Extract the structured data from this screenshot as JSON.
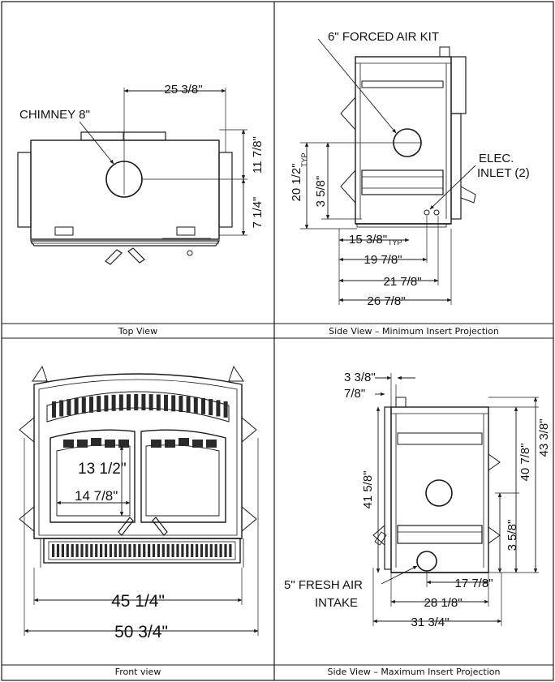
{
  "panels": {
    "top": {
      "caption": "Top View",
      "chimney_label": "CHIMNEY 8''",
      "dim_width": "25 3/8\"",
      "dim_depth_a": "11 7/8\"",
      "dim_depth_b": "7 1/4\""
    },
    "side_min": {
      "caption": "Side View – Minimum Insert Projection",
      "forced_air_label": "6\" FORCED AIR KIT",
      "elec_label_1": "ELEC.",
      "elec_label_2": "INLET (2)",
      "dim_height": "20 1/2\"",
      "dim_height_sub": "TYP",
      "dim_small": "3 5/8\"",
      "dim_a": "15 3/8\"",
      "dim_a_sub": "TYP",
      "dim_b": "19 7/8\"",
      "dim_c": "21 7/8\"",
      "dim_d": "26 7/8\""
    },
    "front": {
      "caption": "Front view",
      "dim_glass_h": "13 1/2\"",
      "dim_glass_w": "14 7/8\"",
      "dim_inner": "45 1/4\"",
      "dim_outer": "50 3/4\""
    },
    "side_max": {
      "caption": "Side View – Maximum Insert Projection",
      "dim_top_a": "3 3/8\"",
      "dim_top_b": "7/8\"",
      "dim_h_a": "41 5/8\"",
      "dim_h_b": "40 7/8\"",
      "dim_h_c": "43 3/8\"",
      "dim_small": "3 5/8\"",
      "fresh_air_1": "5\" FRESH AIR",
      "fresh_air_2": "INTAKE",
      "dim_a": "17 7/8\"",
      "dim_b": "28 1/8\"",
      "dim_c": "31 3/4\""
    }
  }
}
